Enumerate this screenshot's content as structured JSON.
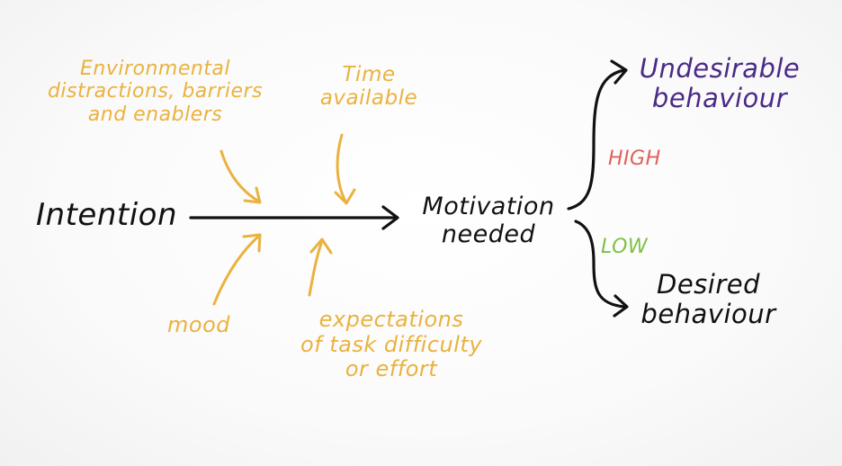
{
  "colors": {
    "ink": "#111111",
    "influence": "#eab23e",
    "undesirable": "#4b2a86",
    "high": "#e0605a",
    "low": "#7fbf45",
    "background": "#ffffff"
  },
  "nodes": {
    "intention": "Intention",
    "motivation": [
      "Motivation",
      "needed"
    ],
    "undesirable": [
      "Undesirable",
      "behaviour"
    ],
    "desired": [
      "Desired",
      "behaviour"
    ]
  },
  "influences": {
    "environmental": [
      "Environmental",
      "distractions, barriers",
      "and enablers"
    ],
    "time": [
      "Time",
      "available"
    ],
    "mood": "mood",
    "expectations": [
      "expectations",
      "of task difficulty",
      "or effort"
    ]
  },
  "branch_labels": {
    "high": "HIGH",
    "low": "LOW"
  }
}
